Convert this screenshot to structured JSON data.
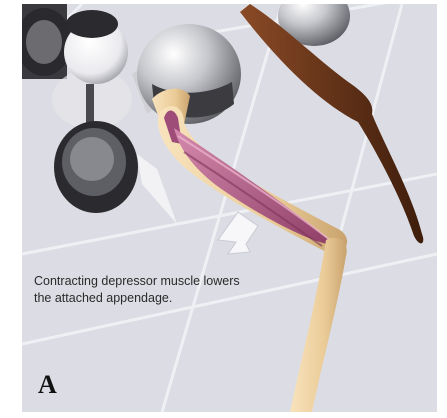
{
  "caption": {
    "line1": "Contracting depressor muscle lowers",
    "line2": "the attached appendage."
  },
  "panel_label": "A",
  "colors": {
    "background": "#dcdde4",
    "grid": "#eceef3",
    "appendage_segment": "#efd4a6",
    "depressor_muscle": "#b9678f",
    "dark_appendage": "#5c2e16",
    "socket_sphere": "#b8b9bf",
    "arrow": "#f7f7fa"
  },
  "icons": {
    "direction_arrow": "arrow-down-left-icon"
  }
}
